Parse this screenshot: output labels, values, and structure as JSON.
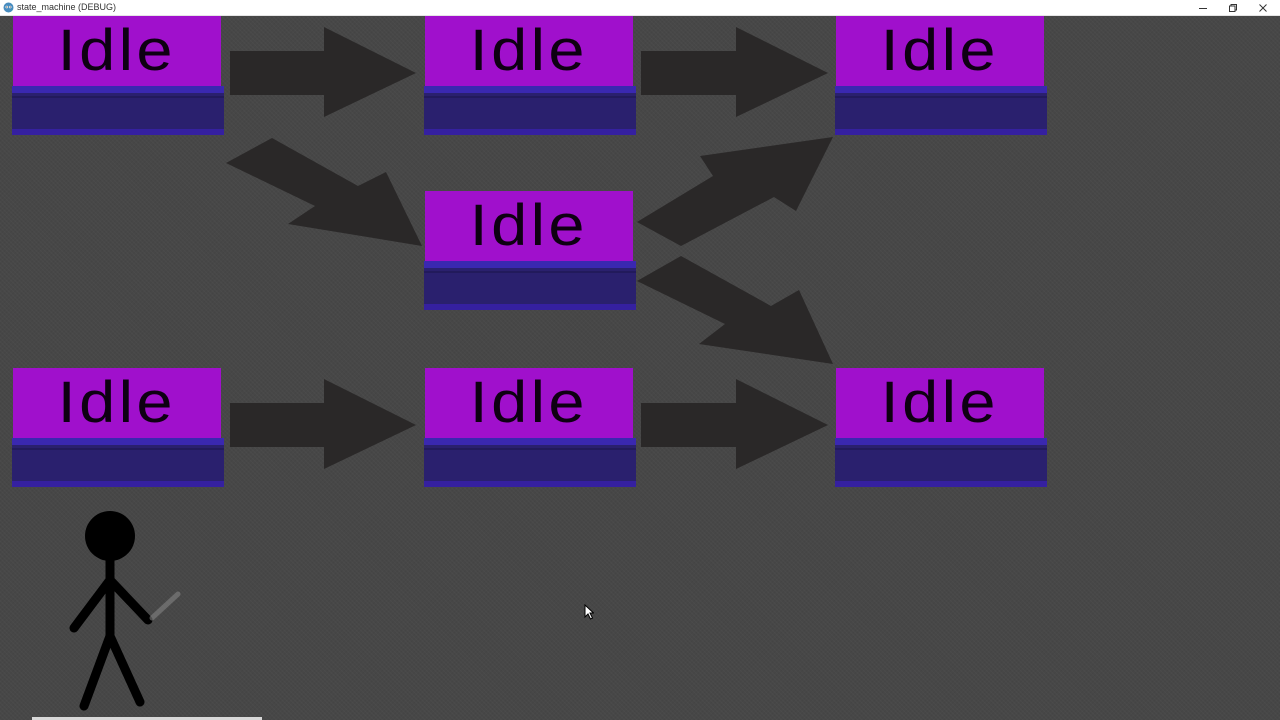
{
  "window": {
    "title": "state_machine (DEBUG)",
    "controls": {
      "minimize_icon": "minimize-icon",
      "maximize_icon": "restore-icon",
      "close_icon": "close-icon"
    }
  },
  "colors": {
    "background": "#474747",
    "node_label": "#a010cc",
    "node_base": "#2a206e",
    "node_base_edge": "#3a28b0",
    "arrow": "#2a2828",
    "figure": "#000000"
  },
  "states": [
    {
      "id": "top-left",
      "label": "Idle"
    },
    {
      "id": "top-middle",
      "label": "Idle"
    },
    {
      "id": "top-right",
      "label": "Idle"
    },
    {
      "id": "center",
      "label": "Idle"
    },
    {
      "id": "bottom-left",
      "label": "Idle"
    },
    {
      "id": "bottom-middle",
      "label": "Idle"
    },
    {
      "id": "bottom-right",
      "label": "Idle"
    }
  ],
  "transitions": [
    {
      "from": "top-left",
      "to": "top-middle"
    },
    {
      "from": "top-middle",
      "to": "top-right"
    },
    {
      "from": "top-left",
      "to": "center"
    },
    {
      "from": "center",
      "to": "top-right"
    },
    {
      "from": "center",
      "to": "bottom-right"
    },
    {
      "from": "bottom-left",
      "to": "bottom-middle"
    },
    {
      "from": "bottom-middle",
      "to": "bottom-right"
    }
  ],
  "character": {
    "icon": "stick-figure-icon"
  },
  "cursor": {
    "icon": "mouse-pointer-icon"
  }
}
